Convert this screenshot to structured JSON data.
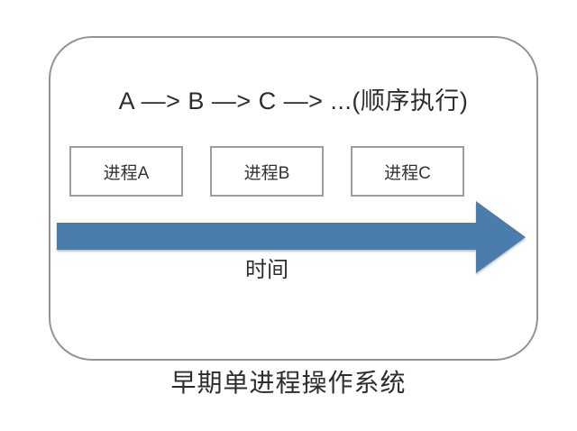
{
  "page": {
    "background_color": "#ffffff"
  },
  "diagram": {
    "title": "A —> B —> C —> ...(顺序执行)",
    "frame_border_color": "#949494",
    "process_boxes": [
      {
        "label": "进程A"
      },
      {
        "label": "进程B"
      },
      {
        "label": "进程C"
      }
    ],
    "timeline": {
      "arrow_color": "#4a7dab",
      "label": "时间"
    },
    "caption": "早期单进程操作系统"
  }
}
